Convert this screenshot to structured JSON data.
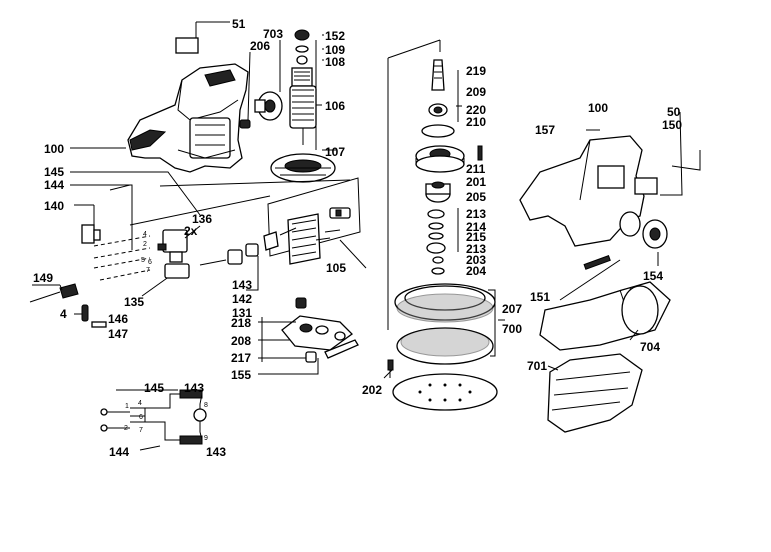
{
  "labels": [
    {
      "id": "l51",
      "text": "51"
    },
    {
      "id": "l703",
      "text": "703"
    },
    {
      "id": "l206",
      "text": "206"
    },
    {
      "id": "l152",
      "text": "152"
    },
    {
      "id": "l109",
      "text": "109"
    },
    {
      "id": "l108",
      "text": "108"
    },
    {
      "id": "l106",
      "text": "106"
    },
    {
      "id": "l107",
      "text": "107"
    },
    {
      "id": "l100a",
      "text": "100"
    },
    {
      "id": "l145a",
      "text": "145"
    },
    {
      "id": "l144a",
      "text": "144"
    },
    {
      "id": "l140",
      "text": "140"
    },
    {
      "id": "l136",
      "text": "136"
    },
    {
      "id": "l2x",
      "text": "2x"
    },
    {
      "id": "l149",
      "text": "149"
    },
    {
      "id": "l135",
      "text": "135"
    },
    {
      "id": "l4a",
      "text": "4"
    },
    {
      "id": "l146",
      "text": "146"
    },
    {
      "id": "l147",
      "text": "147"
    },
    {
      "id": "l143a",
      "text": "143"
    },
    {
      "id": "l142",
      "text": "142"
    },
    {
      "id": "l131",
      "text": "131"
    },
    {
      "id": "l105",
      "text": "105"
    },
    {
      "id": "l218",
      "text": "218"
    },
    {
      "id": "l208",
      "text": "208"
    },
    {
      "id": "l217",
      "text": "217"
    },
    {
      "id": "l155",
      "text": "155"
    },
    {
      "id": "l219",
      "text": "219"
    },
    {
      "id": "l209",
      "text": "209"
    },
    {
      "id": "l220",
      "text": "220"
    },
    {
      "id": "l210",
      "text": "210"
    },
    {
      "id": "l211",
      "text": "211"
    },
    {
      "id": "l201",
      "text": "201"
    },
    {
      "id": "l205",
      "text": "205"
    },
    {
      "id": "l213a",
      "text": "213"
    },
    {
      "id": "l214",
      "text": "214"
    },
    {
      "id": "l215",
      "text": "215"
    },
    {
      "id": "l213b",
      "text": "213"
    },
    {
      "id": "l203",
      "text": "203"
    },
    {
      "id": "l204",
      "text": "204"
    },
    {
      "id": "l207",
      "text": "207"
    },
    {
      "id": "l700",
      "text": "700"
    },
    {
      "id": "l202",
      "text": "202"
    },
    {
      "id": "l100b",
      "text": "100"
    },
    {
      "id": "l157",
      "text": "157"
    },
    {
      "id": "l50",
      "text": "50"
    },
    {
      "id": "l150",
      "text": "150"
    },
    {
      "id": "l154",
      "text": "154"
    },
    {
      "id": "l151",
      "text": "151"
    },
    {
      "id": "l704",
      "text": "704"
    },
    {
      "id": "l701",
      "text": "701"
    },
    {
      "id": "l145b",
      "text": "145"
    },
    {
      "id": "l143b",
      "text": "143"
    },
    {
      "id": "l144b",
      "text": "144"
    },
    {
      "id": "l143c",
      "text": "143"
    }
  ],
  "wiring_labels": {
    "w1": "1",
    "w2": "2",
    "w4": "4",
    "w6": "6",
    "w7": "7",
    "w8": "8",
    "w9": "9"
  },
  "switch_labels": {
    "s4": "4",
    "s2": "2",
    "s5": "5",
    "s6": "6",
    "s7": "7"
  }
}
